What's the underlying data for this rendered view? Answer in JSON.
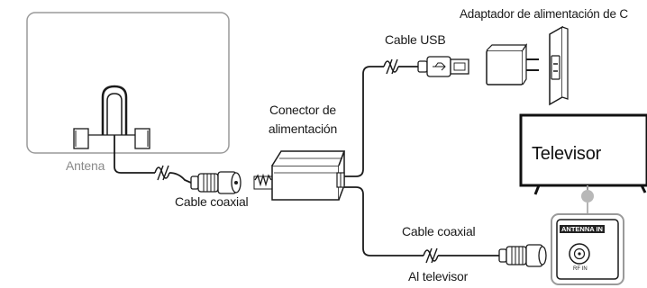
{
  "labels": {
    "adapter": "Adaptador de alimentación de C",
    "usb_cable": "Cable USB",
    "connector_line1": "Conector de",
    "connector_line2": "alimentación",
    "antenna": "Antena",
    "coax_cable_1": "Cable coaxial",
    "coax_cable_2": "Cable coaxial",
    "to_tv": "Al televisor",
    "tv": "Televisor",
    "antenna_in": "ANTENNA IN",
    "rf_in": "RF IN"
  },
  "colors": {
    "line": "#2a2a2a",
    "panel_border": "#9a9a9a",
    "gray_text": "#8a8a8a"
  }
}
